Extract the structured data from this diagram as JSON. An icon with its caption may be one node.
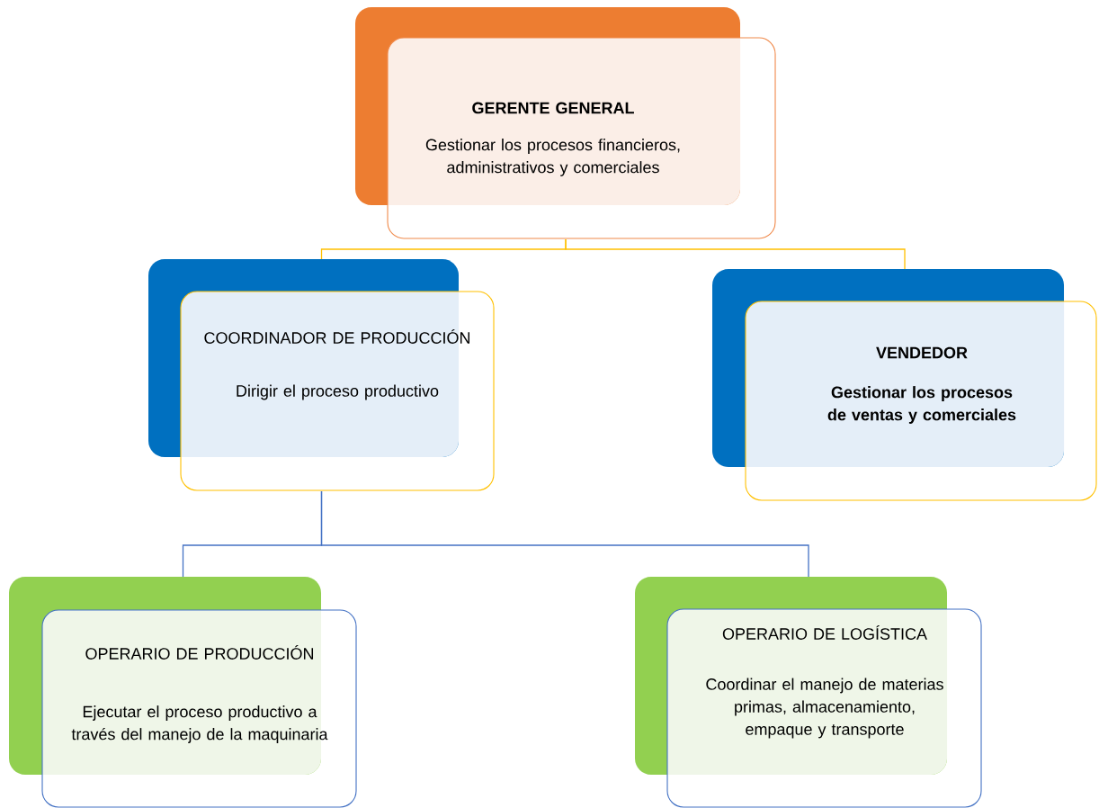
{
  "diagram": {
    "nodes": [
      {
        "text": [
          "GERENTE GENERAL",
          "Gestionar los procesos financieros, administrativos y comerciales"
        ]
      },
      {
        "text": [
          "COORDINADOR DE PRODUCCIÓN",
          "Dirigir el proceso productivo"
        ]
      },
      {
        "text": [
          "VENDEDOR",
          "Gestionar los procesos de ventas y comerciales"
        ]
      },
      {
        "text": [
          "OPERARIO DE PRODUCCIÓN",
          "Ejecutar el proceso productivo a través del manejo de la maquinaria"
        ]
      },
      {
        "text": [
          "OPERARIO DE LOGÍSTICA",
          "Coordinar el manejo de materias primas, almacenamiento, empaque y transporte"
        ]
      }
    ],
    "edges": [
      {
        "from": 0,
        "to": 1,
        "arrow": "none",
        "color": "#ffc000"
      },
      {
        "from": 0,
        "to": 2,
        "arrow": "none",
        "color": "#ffc000"
      },
      {
        "from": 1,
        "to": 3,
        "arrow": "none",
        "color": "#4472c4"
      },
      {
        "from": 1,
        "to": 4,
        "arrow": "none",
        "color": "#4472c4"
      }
    ]
  }
}
